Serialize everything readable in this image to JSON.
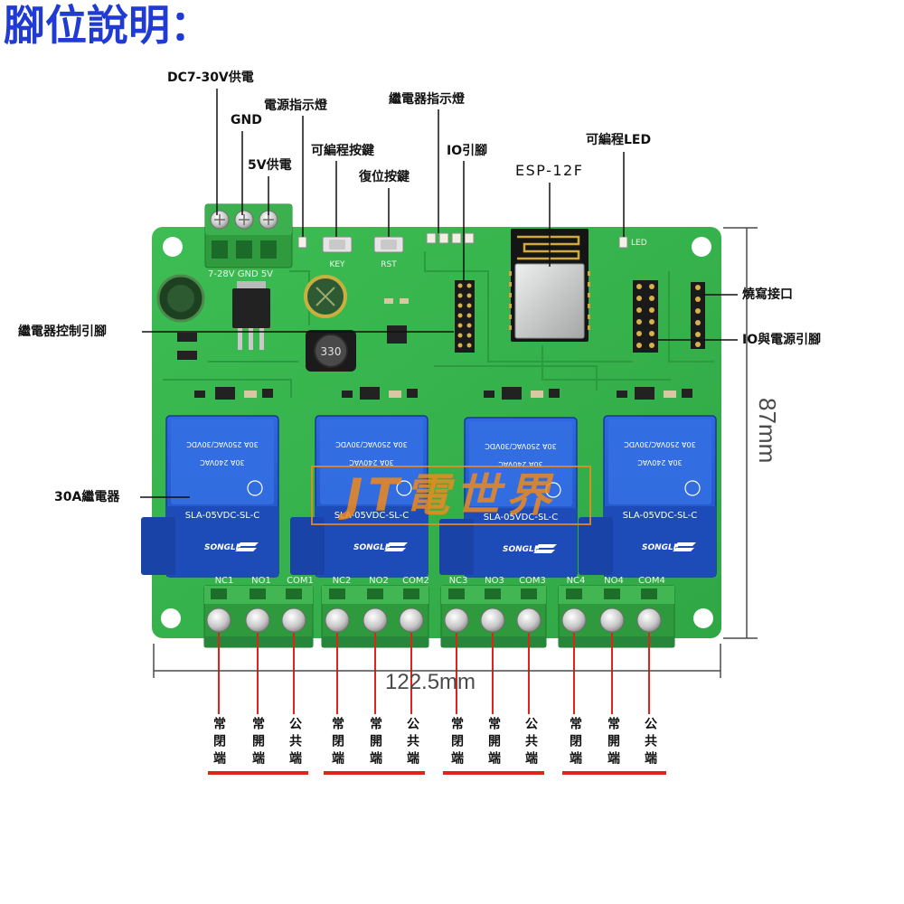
{
  "title": "腳位說明：",
  "annotations": {
    "dc_power": "DC7-30V供電",
    "gnd": "GND",
    "power_5v": "5V供電",
    "power_led": "電源指示燈",
    "prog_button": "可編程按鍵",
    "reset_button": "復位按鍵",
    "relay_led": "繼電器指示燈",
    "io_pins": "IO引腳",
    "esp_module": "ESP-12F",
    "prog_led": "可編程LED",
    "flash_port": "燒寫接口",
    "relay_control_pins": "繼電器控制引腳",
    "io_power_pins": "IO與電源引腳",
    "relay_30a": "30A繼電器"
  },
  "dimensions": {
    "height": "87mm",
    "width": "122.5mm"
  },
  "board": {
    "power_terminal_label": "7-28V GND 5V",
    "key_label": "KEY",
    "rst_label": "RST",
    "led_label": "LED",
    "inductor_label": "330",
    "relay_model": "SLA-05VDC-SL-C",
    "relay_brand": "SONGLE",
    "relay_rating_a": "30A 250VAC/30VDC",
    "relay_rating_b": "30A 240VAC",
    "terminal_labels": [
      "NC1",
      "NO1",
      "COM1",
      "NC2",
      "NO2",
      "COM2",
      "NC3",
      "NO3",
      "COM3",
      "NC4",
      "NO4",
      "COM4"
    ]
  },
  "terminal_groups": [
    {
      "nc": "常閉端",
      "no": "常開端",
      "com": "公共端"
    },
    {
      "nc": "常閉端",
      "no": "常開端",
      "com": "公共端"
    },
    {
      "nc": "常閉端",
      "no": "常開端",
      "com": "公共端"
    },
    {
      "nc": "常閉端",
      "no": "常開端",
      "com": "公共端"
    }
  ],
  "watermark": "JT電世界",
  "colors": {
    "title": "#1f3bd4",
    "pcb": "#36b34c",
    "relay": "#2457cc",
    "callout_line": "#111111",
    "terminal_leader": "#e2231a",
    "dimension": "#4a4a4a",
    "watermark": "#ef8a1d"
  }
}
